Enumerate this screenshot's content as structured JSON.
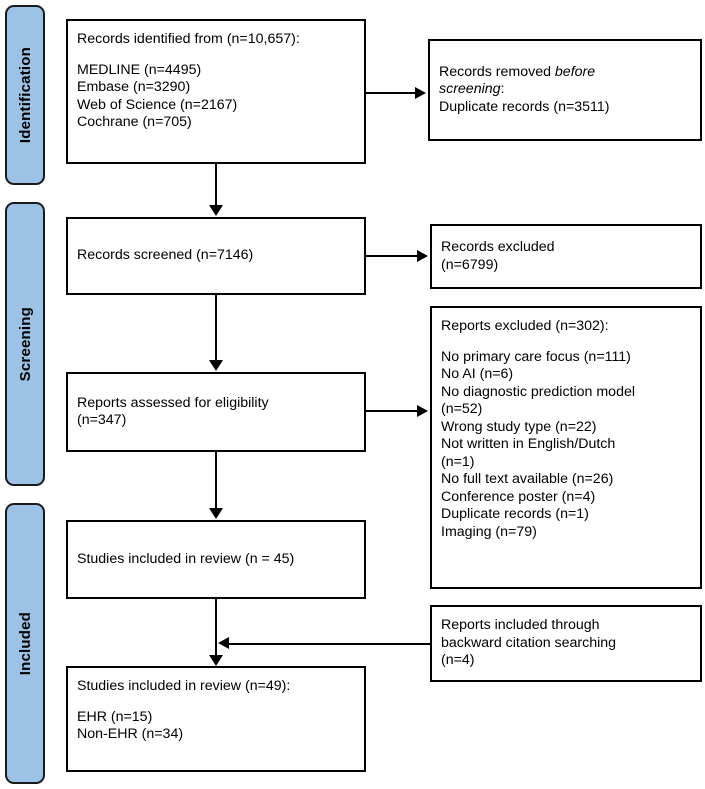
{
  "diagram": {
    "title": "PRISMA 2020 flow diagram",
    "accent_color": "#9CC3E5",
    "border_color": "#000000"
  },
  "stages": [
    {
      "id": "identification",
      "label": "Identification"
    },
    {
      "id": "screening",
      "label": "Screening"
    },
    {
      "id": "included",
      "label": "Included"
    }
  ],
  "boxes": {
    "records_identified": {
      "heading": "Records identified from (n=10,657):",
      "sources": [
        "MEDLINE (n=4495)",
        "Embase (n=3290)",
        "Web of Science (n=2167)",
        "Cochrane (n=705)"
      ]
    },
    "records_removed": {
      "line1_prefix": "Records removed ",
      "line1_italic": "before",
      "line2_italic": "screening",
      "line2_suffix": ":",
      "line3": "Duplicate records (n=3511)"
    },
    "records_screened": {
      "line1": "Records screened (n=7146)"
    },
    "records_excluded": {
      "line1": "Records excluded",
      "line2": "(n=6799)"
    },
    "reports_assessed": {
      "line1": "Reports assessed for eligibility",
      "line2": "(n=347)"
    },
    "reports_excluded": {
      "heading": "Reports excluded (n=302):",
      "reasons": [
        "No primary care focus (n=111)",
        "No AI (n=6)",
        "No diagnostic prediction model",
        "(n=52)",
        "Wrong study type (n=22)",
        "Not written in English/Dutch",
        "(n=1)",
        "No full text available (n=26)",
        "Conference poster (n=4)",
        "Duplicate records (n=1)",
        "Imaging (n=79)"
      ]
    },
    "studies_included_review": {
      "line1": "Studies included in review (n = 45)"
    },
    "reports_backward": {
      "line1": "Reports included through",
      "line2": "backward citation searching",
      "line3": "(n=4)"
    },
    "studies_included_final": {
      "heading": "Studies included in review (n=49):",
      "breakdown": [
        "EHR (n=15)",
        "Non-EHR (n=34)"
      ]
    }
  }
}
